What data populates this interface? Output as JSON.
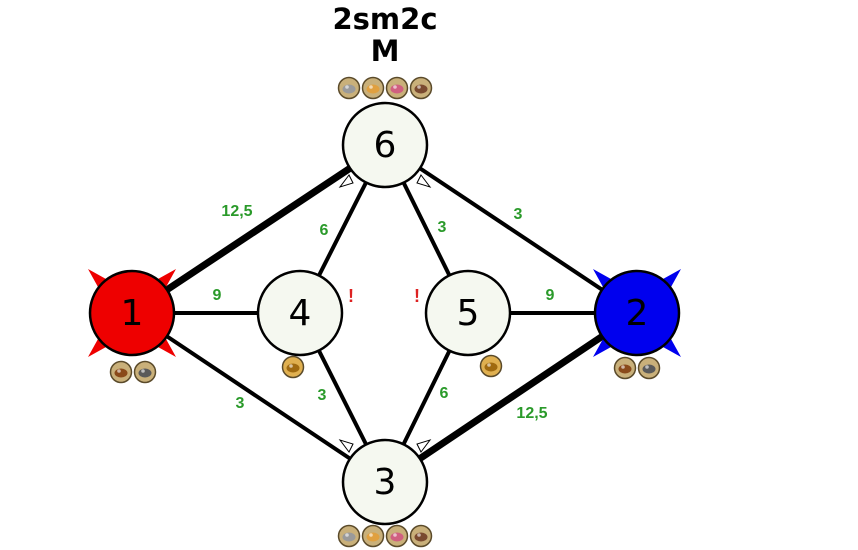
{
  "title": "2sm2c",
  "subtitle": "M",
  "colors": {
    "player_red": "#ee0000",
    "player_blue": "#0000ee",
    "neutral_fill": "#f5f8f0",
    "edge": "#000000",
    "edge_label": "#2a9a2a",
    "warning": "#dd2222"
  },
  "nodes": [
    {
      "id": "1",
      "label": "1",
      "kind": "player_red",
      "resources": [
        "wood-icon",
        "ore-icon"
      ]
    },
    {
      "id": "2",
      "label": "2",
      "kind": "player_blue",
      "resources": [
        "wood-icon",
        "ore-icon"
      ]
    },
    {
      "id": "3",
      "label": "3",
      "kind": "neutral",
      "resources": [
        "mercury-icon",
        "sulfur-icon",
        "crystal-icon",
        "gems-icon"
      ]
    },
    {
      "id": "4",
      "label": "4",
      "kind": "neutral",
      "resources": [
        "gold-icon"
      ],
      "warning": "!"
    },
    {
      "id": "5",
      "label": "5",
      "kind": "neutral",
      "resources": [
        "gold-icon"
      ],
      "warning": "!"
    },
    {
      "id": "6",
      "label": "6",
      "kind": "neutral",
      "resources": [
        "mercury-icon",
        "sulfur-icon",
        "crystal-icon",
        "gems-icon"
      ]
    }
  ],
  "edges": [
    {
      "from": "1",
      "to": "6",
      "label": "12,5",
      "thick": true
    },
    {
      "from": "1",
      "to": "4",
      "label": "9",
      "thick": false
    },
    {
      "from": "1",
      "to": "3",
      "label": "3",
      "thick": false
    },
    {
      "from": "4",
      "to": "6",
      "label": "6",
      "thick": false
    },
    {
      "from": "4",
      "to": "3",
      "label": "3",
      "thick": false
    },
    {
      "from": "5",
      "to": "6",
      "label": "3",
      "thick": false
    },
    {
      "from": "5",
      "to": "3",
      "label": "6",
      "thick": false
    },
    {
      "from": "5",
      "to": "2",
      "label": "9",
      "thick": false
    },
    {
      "from": "6",
      "to": "2",
      "label": "3",
      "thick": false
    },
    {
      "from": "3",
      "to": "2",
      "label": "12,5",
      "thick": true
    }
  ]
}
